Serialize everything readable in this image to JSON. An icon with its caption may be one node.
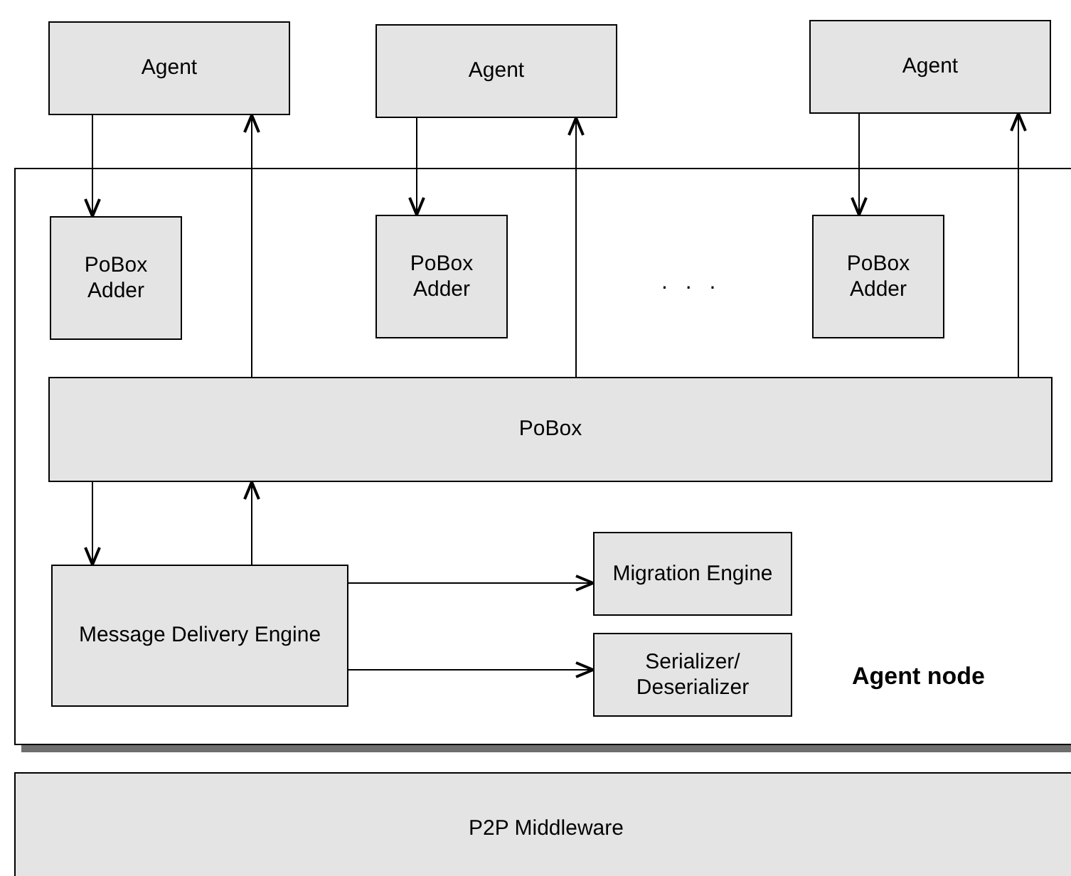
{
  "diagram": {
    "nodes": [
      {
        "text": [
          "Agent"
        ]
      },
      {
        "text": [
          "Agent"
        ]
      },
      {
        "text": [
          "Agent"
        ]
      },
      {
        "text": [
          "Agent node"
        ]
      },
      {
        "text": [
          "PoBox Adder"
        ],
        "in": 3
      },
      {
        "text": [
          "PoBox Adder"
        ],
        "in": 3
      },
      {
        "text": [
          "PoBox Adder"
        ],
        "in": 3
      },
      {
        "text": [
          "PoBox"
        ],
        "in": 3
      },
      {
        "text": [
          "Message Delivery Engine"
        ],
        "in": 3
      },
      {
        "text": [
          "Migration Engine"
        ],
        "in": 3
      },
      {
        "text": [
          "Serializer/ Deserializer"
        ],
        "in": 3
      },
      {
        "text": [
          "P2P Middleware"
        ]
      }
    ],
    "edges": [
      {
        "from": 0,
        "to": 4,
        "arrow": "to"
      },
      {
        "from": 7,
        "to": 0,
        "arrow": "to"
      },
      {
        "from": 1,
        "to": 5,
        "arrow": "to"
      },
      {
        "from": 7,
        "to": 1,
        "arrow": "to"
      },
      {
        "from": 2,
        "to": 6,
        "arrow": "to"
      },
      {
        "from": 7,
        "to": 2,
        "arrow": "to"
      },
      {
        "from": 7,
        "to": 8,
        "arrow": "to"
      },
      {
        "from": 8,
        "to": 7,
        "arrow": "to"
      },
      {
        "from": 8,
        "to": 9,
        "arrow": "to"
      },
      {
        "from": 8,
        "to": 10,
        "arrow": "to"
      }
    ],
    "labels": [
      ". . ."
    ]
  }
}
